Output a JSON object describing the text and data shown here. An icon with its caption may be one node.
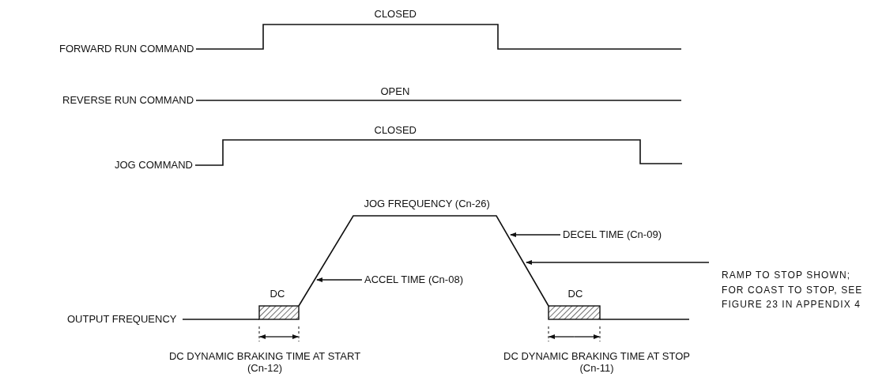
{
  "diagram": {
    "nodes": [
      {
        "text": [
          "ACCEL TIME (Cn-08)"
        ]
      },
      {
        "text": [
          "DECEL TIME (Cn-09)"
        ]
      },
      {
        "text": [
          "RAMP TO STOP SHOWN; FOR COAST TO STOP, SEE FIGURE 23 IN APPENDIX 4"
        ]
      }
    ],
    "edges": [
      {
        "from": 0,
        "to": null,
        "arrow": "to"
      },
      {
        "from": 1,
        "to": null,
        "arrow": "to"
      },
      {
        "from": 2,
        "to": null,
        "arrow": "to"
      }
    ],
    "labels": [
      "CLOSED",
      "FORWARD RUN COMMAND",
      "OPEN",
      "REVERSE RUN COMMAND",
      "CLOSED",
      "JOG COMMAND",
      "JOG FREQUENCY (Cn-26)",
      "DC",
      "DC",
      "OUTPUT FREQUENCY",
      "DC DYNAMIC BRAKING TIME AT START (Cn-12)",
      "DC DYNAMIC BRAKING TIME AT STOP (Cn-11)"
    ]
  }
}
